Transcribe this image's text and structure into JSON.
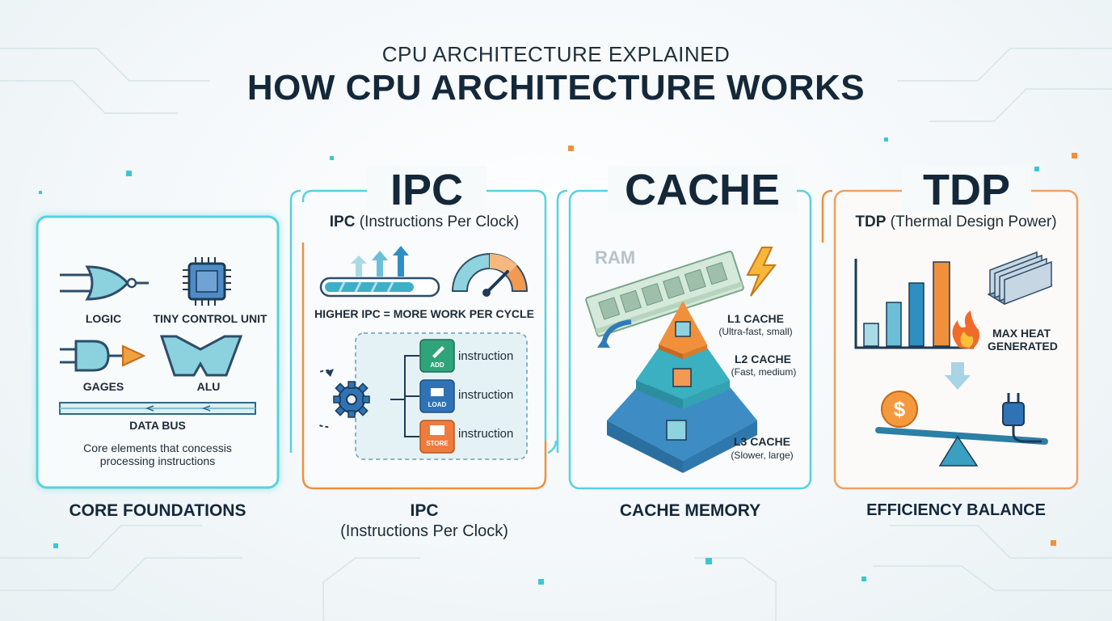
{
  "header": {
    "subtitle": "CPU ARCHITECTURE EXPLAINED",
    "title": "HOW CPU ARCHITECTURE WORKS"
  },
  "core": {
    "logic": "LOGIC",
    "control_unit": "TINY CONTROL UNIT",
    "gages": "GAGES",
    "alu": "ALU",
    "data_bus": "DATA BUS",
    "desc_line1": "Core elements that concessis",
    "desc_line2": "processing instructions",
    "bottom": "CORE FOUNDATIONS"
  },
  "ipc": {
    "heading": "IPC",
    "sub_bold": "IPC",
    "sub_rest": " (Instructions Per Clock)",
    "tagline": "HIGHER IPC = MORE WORK PER CYCLE",
    "ops": [
      {
        "tag": "ADD",
        "text": "instruction",
        "color": "#2fa37a"
      },
      {
        "tag": "LOAD",
        "text": "instruction",
        "color": "#2f73b6"
      },
      {
        "tag": "STORE",
        "text": "instruction",
        "color": "#ef7b3c"
      }
    ],
    "bottom": "IPC",
    "bottom_sub": "(Instructions Per Clock)"
  },
  "cache": {
    "heading": "CACHE",
    "ram": "RAM",
    "l1": "L1 CACHE",
    "l1_sub": "(Ultra-fast, small)",
    "l2": "L2 CACHE",
    "l2_sub": "(Fast, medium)",
    "l3": "L3 CACHE",
    "l3_sub": "(Slower, large)",
    "bottom": "CACHE MEMORY"
  },
  "tdp": {
    "heading": "TDP",
    "sub_bold": "TDP",
    "sub_rest": " (Thermal Design Power)",
    "max_heat_1": "MAX HEAT",
    "max_heat_2": "GENERATED",
    "bottom": "EFFICIENCY BALANCE"
  },
  "colors": {
    "teal": "#3cc6d4",
    "orange": "#f0903c",
    "navy": "#14283a",
    "blue": "#2f73b6"
  }
}
